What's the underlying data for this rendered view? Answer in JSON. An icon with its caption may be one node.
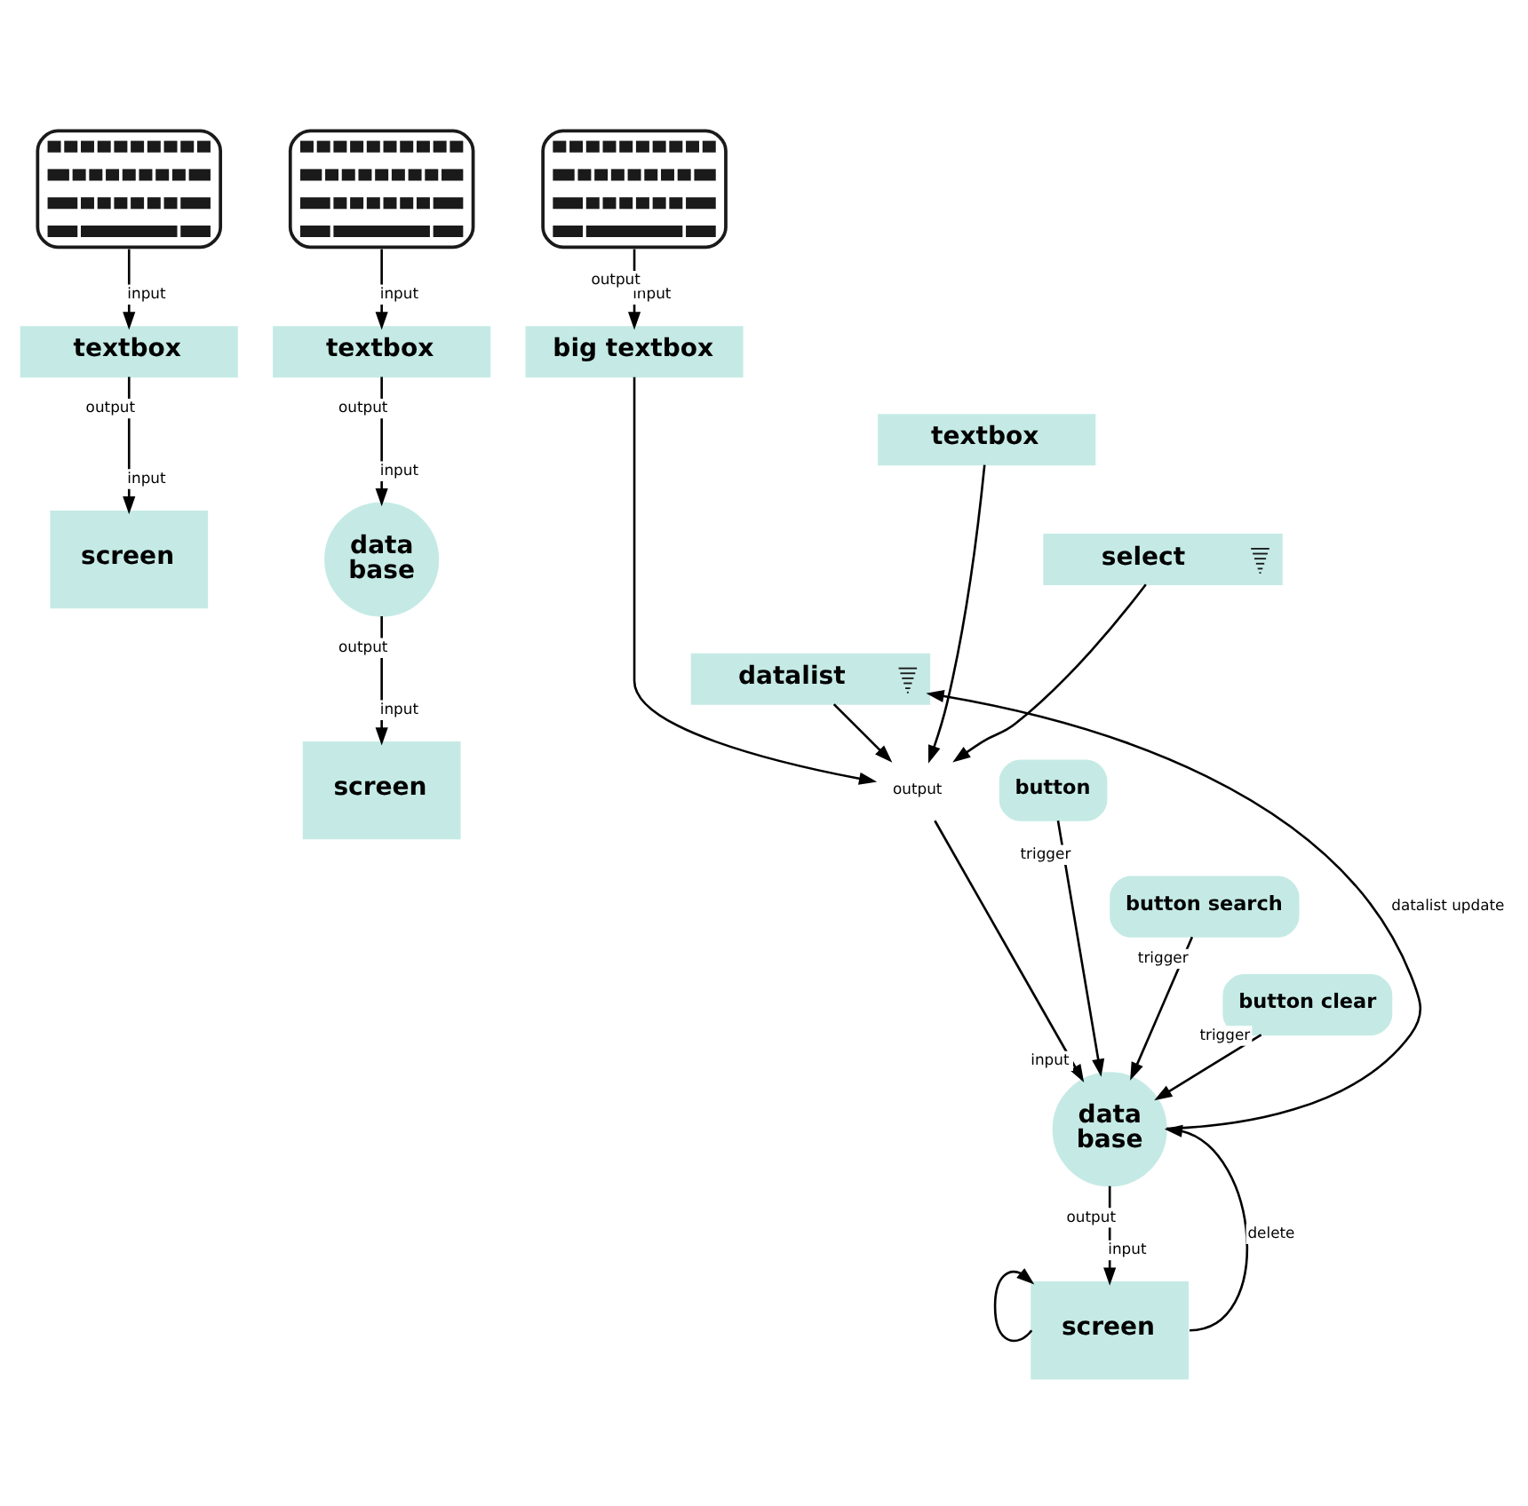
{
  "diagram": {
    "nodes": [
      {
        "text": [],
        "shape": "picture"
      },
      {
        "text": [
          "textbox"
        ],
        "beside": [
          "input",
          "output"
        ]
      },
      {
        "text": [
          "screen"
        ],
        "beside": [
          "input"
        ]
      },
      {
        "text": [],
        "shape": "picture"
      },
      {
        "text": [
          "textbox"
        ],
        "beside": [
          "input",
          "output"
        ]
      },
      {
        "text": [
          "data base"
        ],
        "beside": [
          "input",
          "output"
        ]
      },
      {
        "text": [
          "screen"
        ],
        "beside": [
          "input"
        ]
      },
      {
        "text": [],
        "shape": "picture",
        "beside": [
          "output"
        ]
      },
      {
        "text": [
          "big textbox"
        ],
        "beside": [
          "input"
        ]
      },
      {
        "text": [
          "textbox"
        ]
      },
      {
        "text": [
          "select"
        ]
      },
      {
        "text": [
          "datalist"
        ]
      },
      {
        "text": [
          "output"
        ]
      },
      {
        "text": [
          "button"
        ],
        "beside": [
          "trigger"
        ]
      },
      {
        "text": [
          "button search"
        ],
        "beside": [
          "trigger"
        ]
      },
      {
        "text": [
          "button clear"
        ],
        "beside": [
          "trigger"
        ]
      },
      {
        "text": [
          "data base"
        ],
        "beside": [
          "input",
          "output"
        ]
      },
      {
        "text": [
          "screen"
        ],
        "beside": [
          "input"
        ]
      }
    ],
    "edges": [
      {
        "from": 0,
        "to": 1,
        "arrow": "to"
      },
      {
        "from": 1,
        "to": 2,
        "arrow": "to"
      },
      {
        "from": 3,
        "to": 4,
        "arrow": "to"
      },
      {
        "from": 4,
        "to": 5,
        "arrow": "to"
      },
      {
        "from": 5,
        "to": 6,
        "arrow": "to"
      },
      {
        "from": 7,
        "to": 8,
        "arrow": "to"
      },
      {
        "from": 8,
        "to": 12,
        "arrow": "to"
      },
      {
        "from": 9,
        "to": 12,
        "arrow": "to"
      },
      {
        "from": 10,
        "to": 12,
        "arrow": "to"
      },
      {
        "from": 11,
        "to": 12,
        "arrow": "to"
      },
      {
        "from": 12,
        "to": 16,
        "arrow": "to"
      },
      {
        "from": 13,
        "to": 16,
        "arrow": "to"
      },
      {
        "from": 14,
        "to": 16,
        "arrow": "to"
      },
      {
        "from": 15,
        "to": 16,
        "arrow": "to"
      },
      {
        "from": 16,
        "to": 11,
        "arrow": "to",
        "label": "datalist update"
      },
      {
        "from": 16,
        "to": 17,
        "arrow": "to"
      },
      {
        "from": 17,
        "to": 16,
        "arrow": "to",
        "label": "delete"
      },
      {
        "from": 17,
        "to": 17,
        "arrow": "to"
      }
    ]
  }
}
